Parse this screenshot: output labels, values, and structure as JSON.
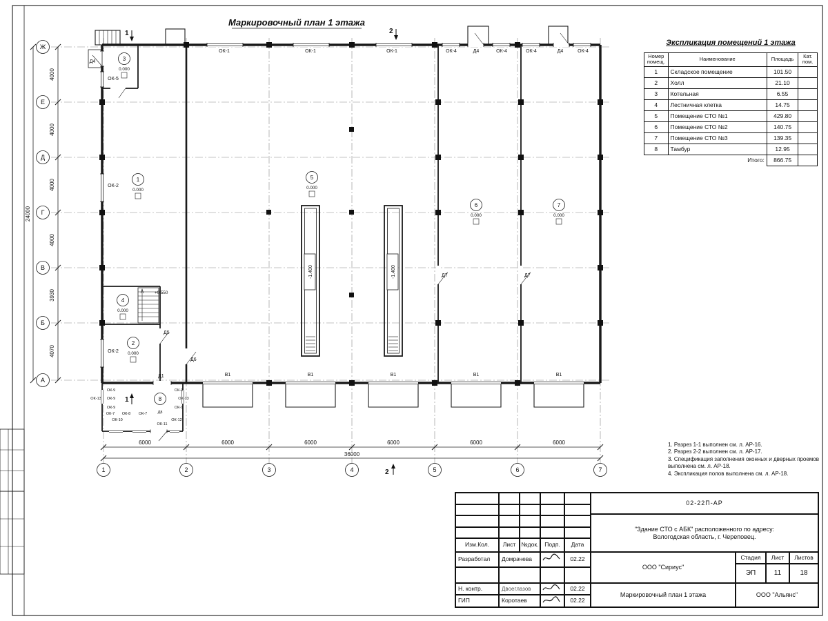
{
  "sheet": {
    "title": "Маркировочный план 1 этажа"
  },
  "axes": {
    "rows": [
      "Ж",
      "Е",
      "Д",
      "Г",
      "В",
      "Б",
      "А"
    ],
    "cols": [
      "1",
      "2",
      "3",
      "4",
      "5",
      "6",
      "7"
    ],
    "row_dims": [
      "4000",
      "4000",
      "4000",
      "4000",
      "3930",
      "4070"
    ],
    "row_total": "24000",
    "col_dims": [
      "6000",
      "6000",
      "6000",
      "6000",
      "6000",
      "6000"
    ],
    "col_total": "36000"
  },
  "sections": {
    "one": "1",
    "two": "2"
  },
  "rooms": [
    {
      "num": "1",
      "elev": "0.000"
    },
    {
      "num": "2",
      "elev": "0.000"
    },
    {
      "num": "3",
      "elev": "0.000"
    },
    {
      "num": "4",
      "elev": "0.000"
    },
    {
      "num": "5",
      "elev": "0.000"
    },
    {
      "num": "6",
      "elev": "0.000"
    },
    {
      "num": "7",
      "elev": "0.000"
    },
    {
      "num": "8",
      "elev": ""
    }
  ],
  "marks": {
    "stair_elev": "+0.550",
    "pit_elev": "-1.400"
  },
  "openings": {
    "top": [
      "ОК-1",
      "ОК-1",
      "ОК-1",
      "ОК-4",
      "Д4",
      "ОК-4",
      "ОК-4",
      "Д4",
      "ОК-4"
    ],
    "left": [
      "Д4",
      "ОК-5",
      "ОК-2",
      "ОК-2"
    ],
    "inner": [
      "Д5",
      "Д6",
      "Д1",
      "Д7",
      "Д7"
    ],
    "gates": [
      "В1",
      "В1",
      "В1",
      "В1",
      "В1"
    ],
    "tambour": [
      "ОК-13",
      "ОК-9",
      "ОК-9",
      "ОК-9",
      "ОК-7",
      "ОК-8",
      "ОК-7",
      "ОК-10",
      "Д8",
      "ОК-11",
      "ОК-12",
      "ОК-9",
      "ОК-13",
      "ОК-9"
    ]
  },
  "schedule": {
    "title": "Экспликация помещений 1 этажа",
    "headers": {
      "num": "Номер помещ.",
      "name": "Наименование",
      "area": "Площадь",
      "cat": "Кат. пом."
    },
    "rows": [
      {
        "num": "1",
        "name": "Складское помещение",
        "area": "101.50",
        "cat": ""
      },
      {
        "num": "2",
        "name": "Холл",
        "area": "21.10",
        "cat": ""
      },
      {
        "num": "3",
        "name": "Котельная",
        "area": "6.55",
        "cat": ""
      },
      {
        "num": "4",
        "name": "Лестничная клетка",
        "area": "14.75",
        "cat": ""
      },
      {
        "num": "5",
        "name": "Помещение СТО №1",
        "area": "429.80",
        "cat": ""
      },
      {
        "num": "6",
        "name": "Помещение СТО №2",
        "area": "140.75",
        "cat": ""
      },
      {
        "num": "7",
        "name": "Помещение СТО №3",
        "area": "139.35",
        "cat": ""
      },
      {
        "num": "8",
        "name": "Тамбур",
        "area": "12.95",
        "cat": ""
      }
    ],
    "total_label": "Итого:",
    "total_value": "866.75"
  },
  "notes": [
    "1. Разрез 1-1 выполнен см. л. АР-16.",
    "2. Разрез 2-2 выполнен см. л. АР-17.",
    "3. Спецификация заполнения оконных и дверных проемов выполнена см. л. АР-18.",
    "4. Экспликация полов выполнена см. л. АР-18."
  ],
  "titleblock": {
    "doc_number": "02-22П-АР",
    "project_line1": "\"Здание СТО с АБК\" расположенного по адресу:",
    "project_line2": "Вологодская область, г. Череповец.",
    "cols": {
      "izm": "Изм.Кол.",
      "list": "Лист",
      "doc": "№док.",
      "sign": "Подп.",
      "date": "Дата"
    },
    "rows": [
      {
        "role": "Разработал",
        "name": "Домрачева",
        "date": "02.22"
      },
      {
        "role": "Н. контр.",
        "name": "Двоеглазов",
        "date": "02.22"
      },
      {
        "role": "ГИП",
        "name": "Коротаев",
        "date": "02.22"
      }
    ],
    "org": "ООО \"Сириус\"",
    "stage_label": "Стадия",
    "list_label": "Лист",
    "listov_label": "Листов",
    "stage": "ЭП",
    "list": "11",
    "listov": "18",
    "doc_title": "Маркировочный план 1 этажа",
    "org2": "ООО \"Альянс\""
  }
}
